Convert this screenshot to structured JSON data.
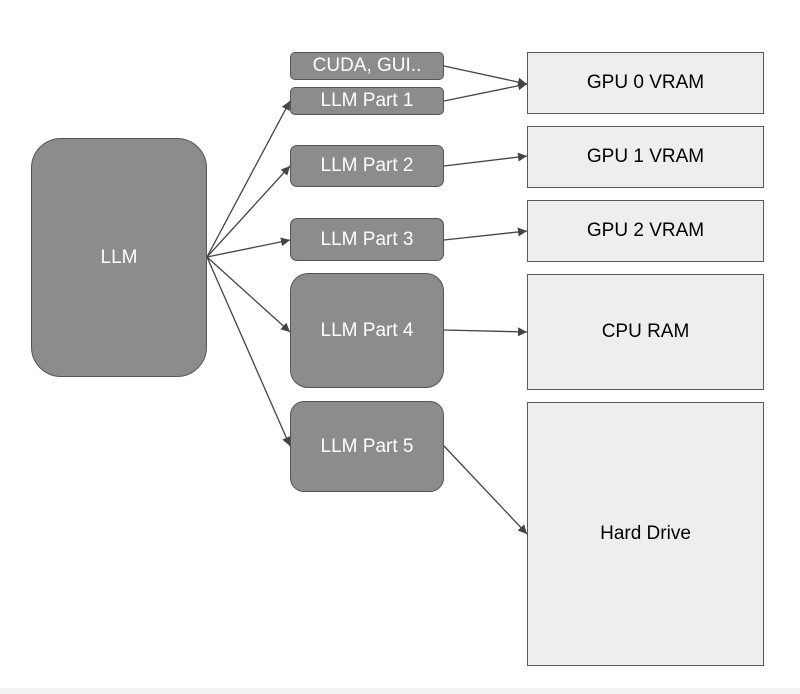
{
  "diagram": {
    "source": {
      "label": "LLM"
    },
    "parts": [
      {
        "id": "cuda",
        "label": "CUDA, GUI.."
      },
      {
        "id": "p1",
        "label": "LLM Part 1"
      },
      {
        "id": "p2",
        "label": "LLM Part 2"
      },
      {
        "id": "p3",
        "label": "LLM Part 3"
      },
      {
        "id": "p4",
        "label": "LLM Part 4"
      },
      {
        "id": "p5",
        "label": "LLM Part 5"
      }
    ],
    "storage": [
      {
        "id": "gpu0",
        "label": "GPU 0 VRAM"
      },
      {
        "id": "gpu1",
        "label": "GPU 1 VRAM"
      },
      {
        "id": "gpu2",
        "label": "GPU 2 VRAM"
      },
      {
        "id": "cpu",
        "label": "CPU RAM"
      },
      {
        "id": "hdd",
        "label": "Hard Drive"
      }
    ],
    "edges": [
      {
        "from": "llm",
        "to": "p1"
      },
      {
        "from": "llm",
        "to": "p2"
      },
      {
        "from": "llm",
        "to": "p3"
      },
      {
        "from": "llm",
        "to": "p4"
      },
      {
        "from": "llm",
        "to": "p5"
      },
      {
        "from": "cuda",
        "to": "gpu0"
      },
      {
        "from": "p1",
        "to": "gpu0"
      },
      {
        "from": "p2",
        "to": "gpu1"
      },
      {
        "from": "p3",
        "to": "gpu2"
      },
      {
        "from": "p4",
        "to": "cpu"
      },
      {
        "from": "p5",
        "to": "hdd"
      }
    ],
    "colors": {
      "part_fill": "#8c8c8c",
      "storage_fill": "#eeeeee",
      "edge": "#444444"
    }
  }
}
